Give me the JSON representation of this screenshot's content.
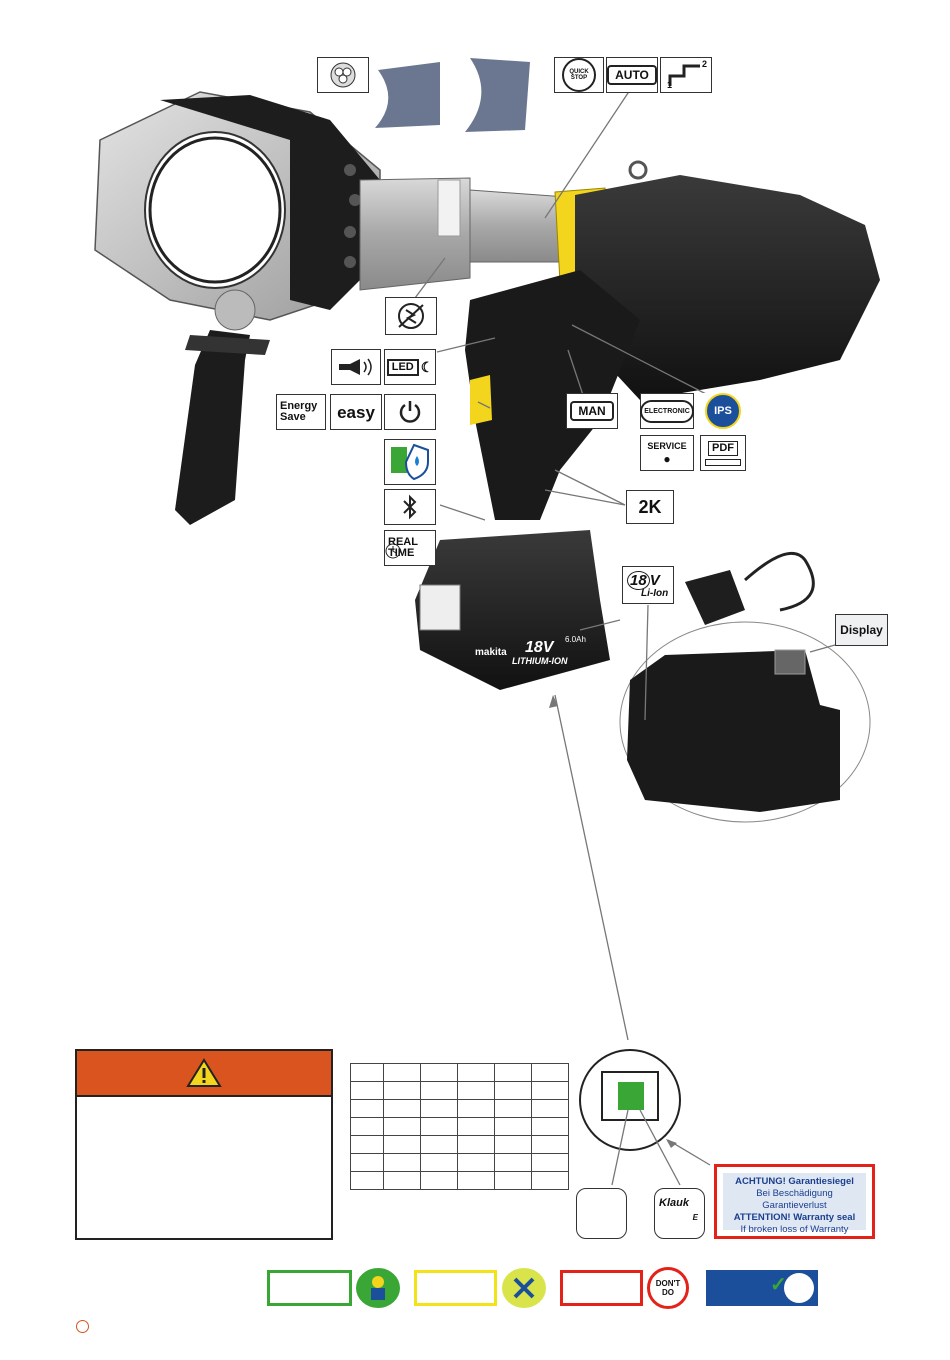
{
  "icons_top": {
    "quick_stop": "QUICK STOP",
    "auto": "AUTO",
    "stage_1": "1",
    "stage_2": "2"
  },
  "icons_left": {
    "led": "LED",
    "energy": "Energy",
    "save": "Save",
    "easy": "easy",
    "real": "REAL",
    "time": "TIME"
  },
  "icons_right": {
    "man": "MAN",
    "electronic": "ELECTRONIC",
    "ips": "IPS",
    "service": "SERVICE",
    "pdf": "PDF",
    "two_k": "2K",
    "volt_18": "18",
    "volt_unit": "V",
    "li_ion": "Li-Ion",
    "display": "Display"
  },
  "battery": {
    "brand": "makita",
    "voltage": "18V",
    "capacity": "6.0Ah",
    "type": "LITHIUM-ION"
  },
  "seal": {
    "line1_de": "ACHTUNG!",
    "line1_de_b": "Garantiesiegel",
    "line2_de": "Bei Beschädigung Garantieverlust",
    "line3_en": "ATTENTION!",
    "line3_en_b": "Warranty seal",
    "line4_en": "If broken loss of Warranty"
  },
  "klauke_brand": "Klauk",
  "klauke_suffix": "E",
  "dont_do": "DON'T DO",
  "colors": {
    "warning_orange": "#d9541e",
    "green": "#3aa636",
    "yellow": "#f2e21a",
    "red": "#e32219",
    "blue": "#1b4f9c"
  }
}
